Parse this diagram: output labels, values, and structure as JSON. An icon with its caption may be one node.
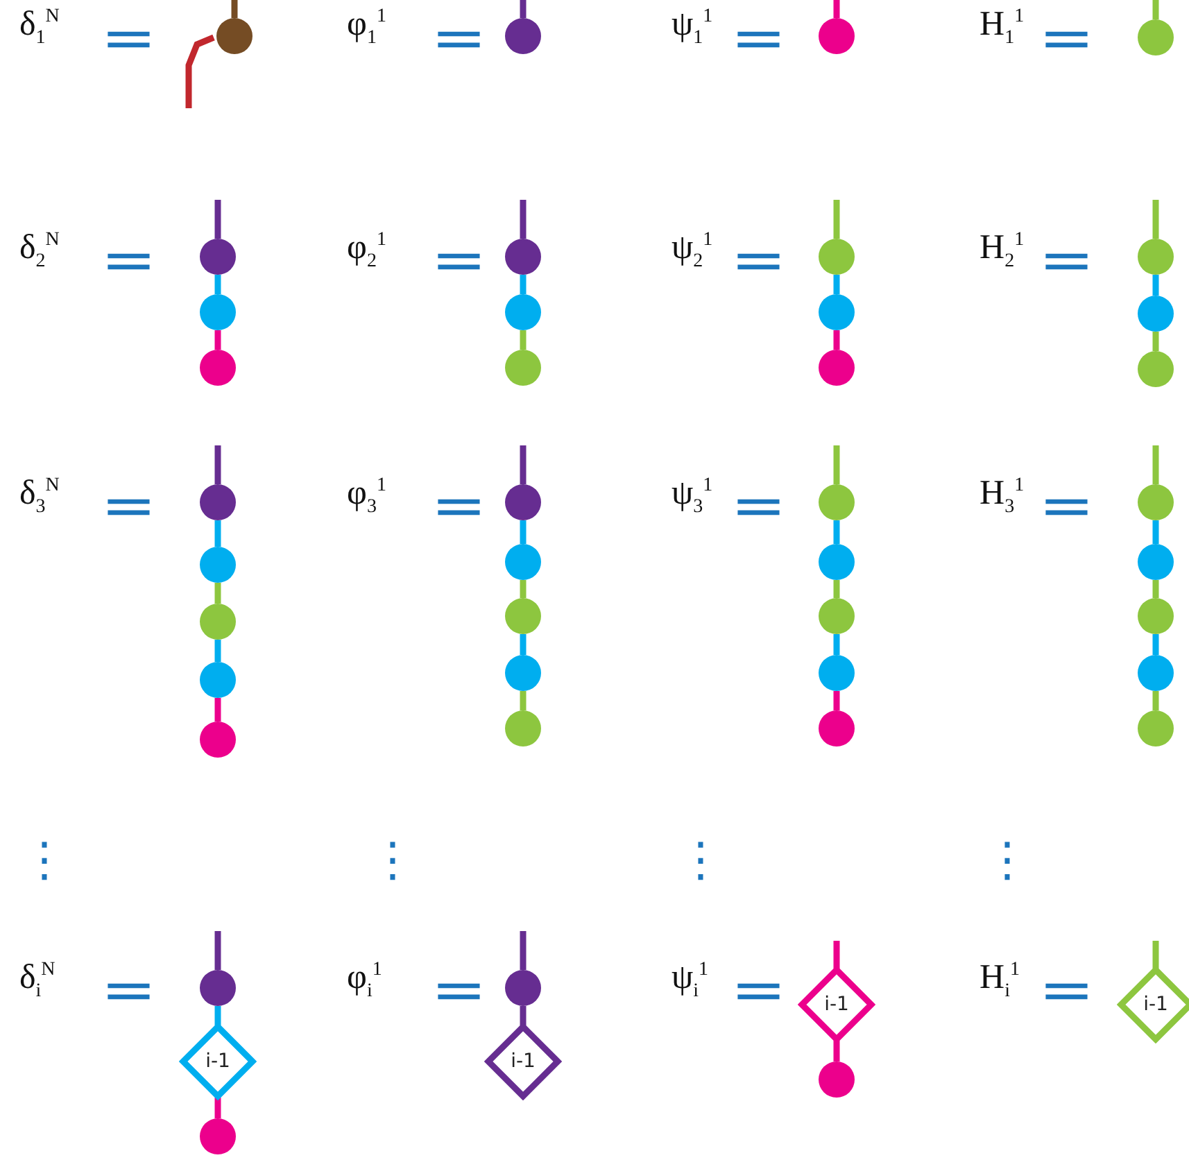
{
  "diagram": {
    "nodes": [
      {
        "text": [],
        "shape": "circle"
      },
      {
        "text": [],
        "shape": "circle"
      },
      {
        "text": [],
        "shape": "circle"
      },
      {
        "text": [],
        "shape": "circle"
      },
      {
        "text": [],
        "shape": "circle"
      },
      {
        "text": [],
        "shape": "circle"
      },
      {
        "text": [],
        "shape": "circle"
      },
      {
        "text": [],
        "shape": "circle"
      },
      {
        "text": [],
        "shape": "circle"
      },
      {
        "text": [],
        "shape": "circle"
      },
      {
        "text": [],
        "shape": "circle"
      },
      {
        "text": [],
        "shape": "circle"
      },
      {
        "text": [],
        "shape": "circle"
      },
      {
        "text": [],
        "shape": "circle"
      },
      {
        "text": [],
        "shape": "circle"
      },
      {
        "text": [],
        "shape": "circle"
      },
      {
        "text": [],
        "shape": "circle"
      },
      {
        "text": [],
        "shape": "circle"
      },
      {
        "text": [],
        "shape": "circle"
      },
      {
        "text": [],
        "shape": "circle"
      },
      {
        "text": [],
        "shape": "circle"
      },
      {
        "text": [],
        "shape": "circle"
      },
      {
        "text": [],
        "shape": "circle"
      },
      {
        "text": [],
        "shape": "circle"
      },
      {
        "text": [],
        "shape": "circle"
      },
      {
        "text": [],
        "shape": "circle"
      },
      {
        "text": [],
        "shape": "circle"
      },
      {
        "text": [],
        "shape": "circle"
      },
      {
        "text": [],
        "shape": "circle"
      },
      {
        "text": [],
        "shape": "circle"
      },
      {
        "text": [],
        "shape": "circle"
      },
      {
        "text": [],
        "shape": "circle"
      },
      {
        "text": [],
        "shape": "circle"
      },
      {
        "text": [],
        "shape": "circle"
      },
      {
        "text": [],
        "shape": "circle"
      },
      {
        "text": [],
        "shape": "circle"
      },
      {
        "text": [],
        "shape": "circle"
      },
      {
        "text": [
          "i-1"
        ]
      },
      {
        "text": [],
        "shape": "circle"
      },
      {
        "text": [],
        "shape": "circle"
      },
      {
        "text": [
          "i-1"
        ]
      },
      {
        "text": [
          "i-1"
        ]
      },
      {
        "text": [],
        "shape": "circle"
      },
      {
        "text": [
          "i-1"
        ]
      }
    ],
    "edges": [
      {
        "from": null,
        "to": 0,
        "arrow": "none",
        "color": "#754c24"
      },
      {
        "from": 0,
        "to": null,
        "arrow": "none",
        "color": "#c1272d"
      },
      {
        "from": null,
        "to": 1,
        "arrow": "none",
        "color": "#662d91"
      },
      {
        "from": null,
        "to": 2,
        "arrow": "none",
        "color": "#ec008c"
      },
      {
        "from": null,
        "to": 3,
        "arrow": "none",
        "color": "#8dc63f"
      },
      {
        "from": null,
        "to": 4,
        "arrow": "none",
        "color": "#662d91"
      },
      {
        "from": 4,
        "to": 5,
        "arrow": "none",
        "color": "#00aeef"
      },
      {
        "from": 5,
        "to": 6,
        "arrow": "none",
        "color": "#ec008c"
      },
      {
        "from": null,
        "to": 7,
        "arrow": "none",
        "color": "#662d91"
      },
      {
        "from": 7,
        "to": 8,
        "arrow": "none",
        "color": "#00aeef"
      },
      {
        "from": 8,
        "to": 9,
        "arrow": "none",
        "color": "#8dc63f"
      },
      {
        "from": null,
        "to": 10,
        "arrow": "none",
        "color": "#8dc63f"
      },
      {
        "from": 10,
        "to": 11,
        "arrow": "none",
        "color": "#00aeef"
      },
      {
        "from": 11,
        "to": 12,
        "arrow": "none",
        "color": "#ec008c"
      },
      {
        "from": null,
        "to": 13,
        "arrow": "none",
        "color": "#8dc63f"
      },
      {
        "from": 13,
        "to": 14,
        "arrow": "none",
        "color": "#00aeef"
      },
      {
        "from": 14,
        "to": 15,
        "arrow": "none",
        "color": "#8dc63f"
      },
      {
        "from": null,
        "to": 16,
        "arrow": "none",
        "color": "#662d91"
      },
      {
        "from": 16,
        "to": 17,
        "arrow": "none",
        "color": "#00aeef"
      },
      {
        "from": 17,
        "to": 18,
        "arrow": "none",
        "color": "#8dc63f"
      },
      {
        "from": 18,
        "to": 19,
        "arrow": "none",
        "color": "#00aeef"
      },
      {
        "from": 19,
        "to": 20,
        "arrow": "none",
        "color": "#ec008c"
      },
      {
        "from": null,
        "to": 21,
        "arrow": "none",
        "color": "#662d91"
      },
      {
        "from": 21,
        "to": 22,
        "arrow": "none",
        "color": "#00aeef"
      },
      {
        "from": 22,
        "to": 23,
        "arrow": "none",
        "color": "#8dc63f"
      },
      {
        "from": 23,
        "to": 24,
        "arrow": "none",
        "color": "#00aeef"
      },
      {
        "from": 24,
        "to": 25,
        "arrow": "none",
        "color": "#8dc63f"
      },
      {
        "from": null,
        "to": 26,
        "arrow": "none",
        "color": "#8dc63f"
      },
      {
        "from": 26,
        "to": 27,
        "arrow": "none",
        "color": "#00aeef"
      },
      {
        "from": 27,
        "to": 28,
        "arrow": "none",
        "color": "#8dc63f"
      },
      {
        "from": 28,
        "to": 29,
        "arrow": "none",
        "color": "#00aeef"
      },
      {
        "from": 29,
        "to": 30,
        "arrow": "none",
        "color": "#ec008c"
      },
      {
        "from": null,
        "to": 31,
        "arrow": "none",
        "color": "#8dc63f"
      },
      {
        "from": 31,
        "to": 32,
        "arrow": "none",
        "color": "#00aeef"
      },
      {
        "from": 32,
        "to": 33,
        "arrow": "none",
        "color": "#8dc63f"
      },
      {
        "from": 33,
        "to": 34,
        "arrow": "none",
        "color": "#00aeef"
      },
      {
        "from": 34,
        "to": 35,
        "arrow": "none",
        "color": "#8dc63f"
      },
      {
        "from": null,
        "to": 36,
        "arrow": "none",
        "color": "#662d91"
      },
      {
        "from": 36,
        "to": 37,
        "arrow": "none",
        "color": "#00aeef"
      },
      {
        "from": 37,
        "to": 38,
        "arrow": "none",
        "color": "#ec008c"
      },
      {
        "from": null,
        "to": 39,
        "arrow": "none",
        "color": "#662d91"
      },
      {
        "from": 39,
        "to": 40,
        "arrow": "none",
        "color": "#662d91"
      },
      {
        "from": null,
        "to": 41,
        "arrow": "none",
        "color": "#ec008c"
      },
      {
        "from": 41,
        "to": 42,
        "arrow": "none",
        "color": "#ec008c"
      },
      {
        "from": null,
        "to": 43,
        "arrow": "none",
        "color": "#8dc63f"
      }
    ],
    "labels": [
      "δ$_{1}$$^{N}$",
      "=",
      "φ$_{1}$$^{1}$",
      "=",
      "ψ$_{1}$$^{1}$",
      "=",
      "H$_{1}$$^{1}$",
      "=",
      "δ$_{2}$$^{N}$",
      "=",
      "φ$_{2}$$^{1}$",
      "=",
      "ψ$_{2}$$^{1}$",
      "=",
      "H$_{2}$$^{1}$",
      "=",
      "δ$_{3}$$^{N}$",
      "=",
      "φ$_{3}$$^{1}$",
      "=",
      "ψ$_{3}$$^{1}$",
      "=",
      "H$_{3}$$^{1}$",
      "=",
      "⋮",
      "⋮",
      "⋮",
      "⋮",
      "δ$_{i}$$^{N}$",
      "=",
      "φ$_{i}$$^{1}$",
      "=",
      "ψ$_{i}$$^{1}$",
      "=",
      "H$_{i}$$^{1}$",
      "="
    ]
  }
}
